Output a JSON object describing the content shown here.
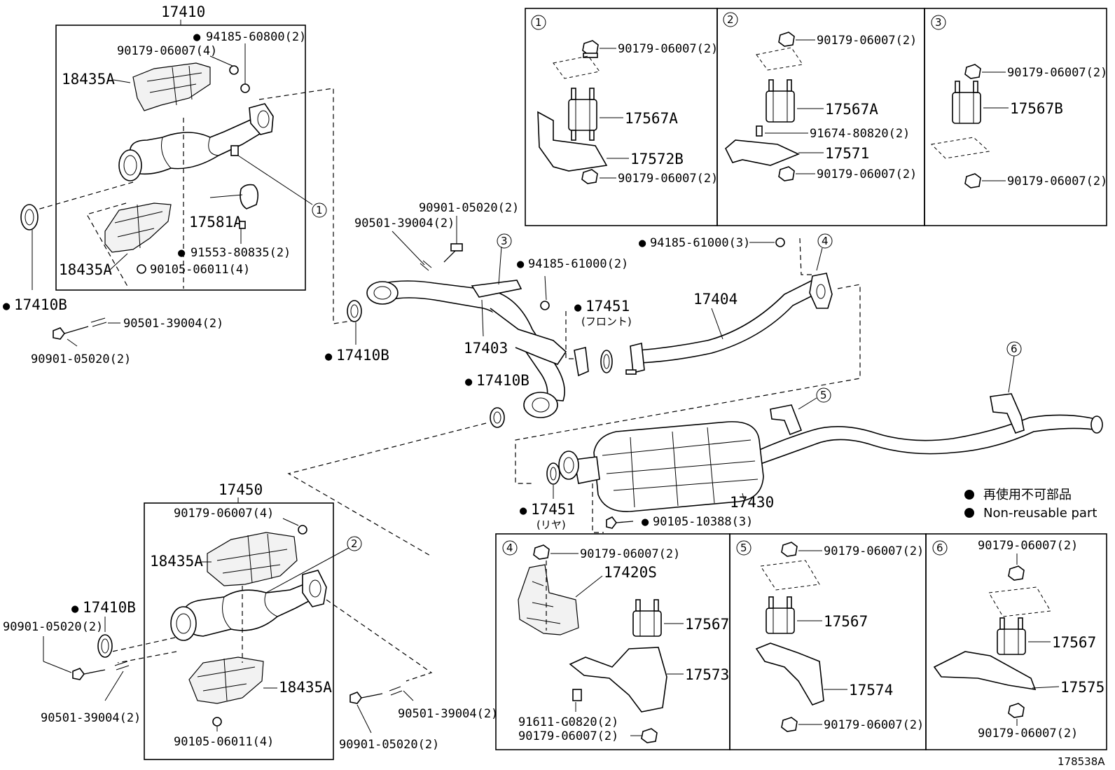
{
  "legend": {
    "bullet": "●",
    "japanese": "再使用不可部品",
    "english": "Non-reusable part"
  },
  "figure_id": "178538A",
  "callouts": [
    "1",
    "2",
    "3",
    "4",
    "5",
    "6"
  ],
  "labels": {
    "p17410": "17410",
    "p18435A_top": "18435A",
    "p90179_06007_4_top": "90179-06007(4)",
    "p94185_60800": "94185-60800(2)",
    "p17581A": "17581A",
    "p91553_80835": "91553-80835(2)",
    "p18435A_mid": "18435A",
    "p90105_06011_top": "90105-06011(4)",
    "p17410B_left": "17410B",
    "p90501_39004_left": "90501-39004(2)",
    "p90901_05020_left": "90901-05020(2)",
    "p90901_05020_mid": "90901-05020(2)",
    "p90501_39004_mid": "90501-39004(2)",
    "p17410B_mid": "17410B",
    "p17403": "17403",
    "p94185_61000_a": "94185-61000(2)",
    "p17451_front": "17451",
    "p17451_front_note": "(フロント)",
    "p94185_61000_b": "94185-61000(3)",
    "p17404": "17404",
    "p17410B_center": "17410B",
    "p17430": "17430",
    "p17451_rear": "17451",
    "p17451_rear_note": "(リヤ)",
    "p90105_10388": "90105-10388(3)",
    "p17450": "17450",
    "p90179_06007_4_bot": "90179-06007(4)",
    "p18435A_bot1": "18435A",
    "p17410B_bot": "17410B",
    "p90901_05020_bot": "90901-05020(2)",
    "p18435A_bot2": "18435A",
    "p90501_39004_bot": "90501-39004(2)",
    "p90105_06011_bot": "90105-06011(4)",
    "p90901_05020_bot2": "90901-05020(2)",
    "p90501_39004_bot2": "90501-39004(2)"
  },
  "detail_boxes": {
    "box1": {
      "nut_top": "90179-06007(2)",
      "mount": "17567A",
      "bracket": "17572B",
      "nut_bottom": "90179-06007(2)"
    },
    "box2": {
      "nut_top": "90179-06007(2)",
      "mount": "17567A",
      "bolt": "91674-80820(2)",
      "bracket": "17571",
      "nut_bottom": "90179-06007(2)"
    },
    "box3": {
      "nut_top": "90179-06007(2)",
      "mount": "17567B",
      "nut_bottom": "90179-06007(2)"
    },
    "box4": {
      "nut_top": "90179-06007(2)",
      "heat_insulator": "17420S",
      "mount": "17567",
      "bracket": "17573",
      "bolt": "91611-G0820(2)",
      "nut_bottom": "90179-06007(2)"
    },
    "box5": {
      "nut_top": "90179-06007(2)",
      "mount": "17567",
      "bracket": "17574",
      "nut_bottom": "90179-06007(2)"
    },
    "box6": {
      "nut_top": "90179-06007(2)",
      "mount": "17567",
      "bracket": "17575",
      "nut_bottom": "90179-06007(2)"
    }
  }
}
